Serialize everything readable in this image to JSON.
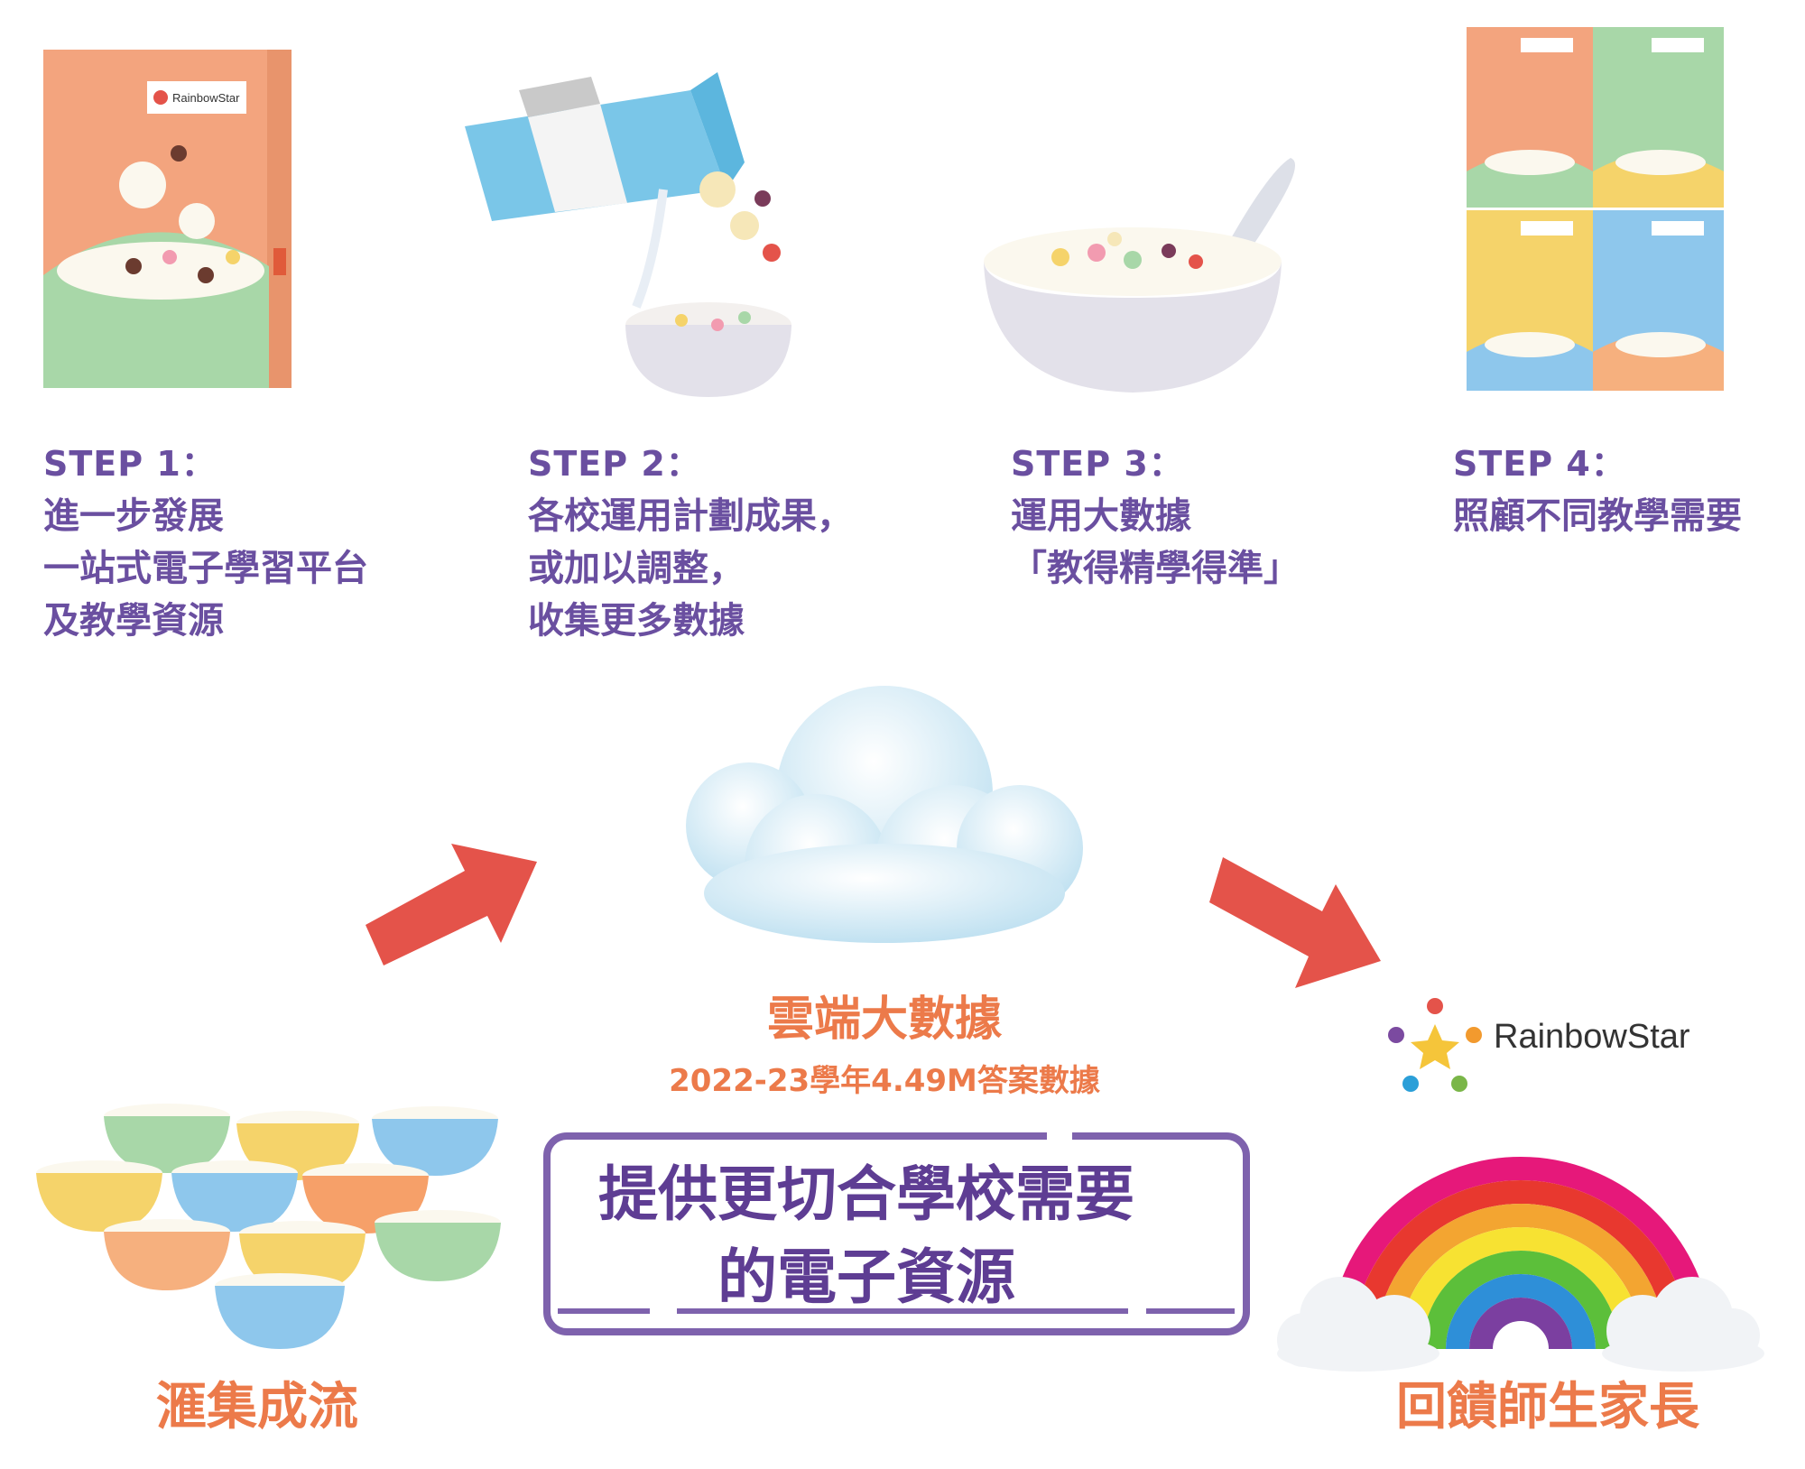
{
  "steps": [
    {
      "title": "STEP 1：",
      "lines": [
        "進一步發展",
        "一站式電子學習平台",
        "及教學資源"
      ]
    },
    {
      "title": "STEP 2：",
      "lines": [
        "各校運用計劃成果，",
        "或加以調整，",
        "收集更多數據"
      ]
    },
    {
      "title": "STEP 3：",
      "lines": [
        "運用大數據",
        "「教得精學得準」"
      ]
    },
    {
      "title": "STEP 4：",
      "lines": [
        "照顧不同教學需要"
      ]
    }
  ],
  "cloud": {
    "title": "雲端大數據",
    "subtitle": "2022-23學年4.49M答案數據"
  },
  "main_message": {
    "line1": "提供更切合學校需要",
    "line2": "的電子資源"
  },
  "left_label": "滙集成流",
  "right_label": "回饋師生家長",
  "brand": {
    "name": "RainbowStar",
    "box_label": "RainbowStar"
  },
  "colors": {
    "purple": "#6a4fa0",
    "orange": "#ec7a4a",
    "arrow": "#e4534a",
    "box_border": "#7e62ad"
  }
}
